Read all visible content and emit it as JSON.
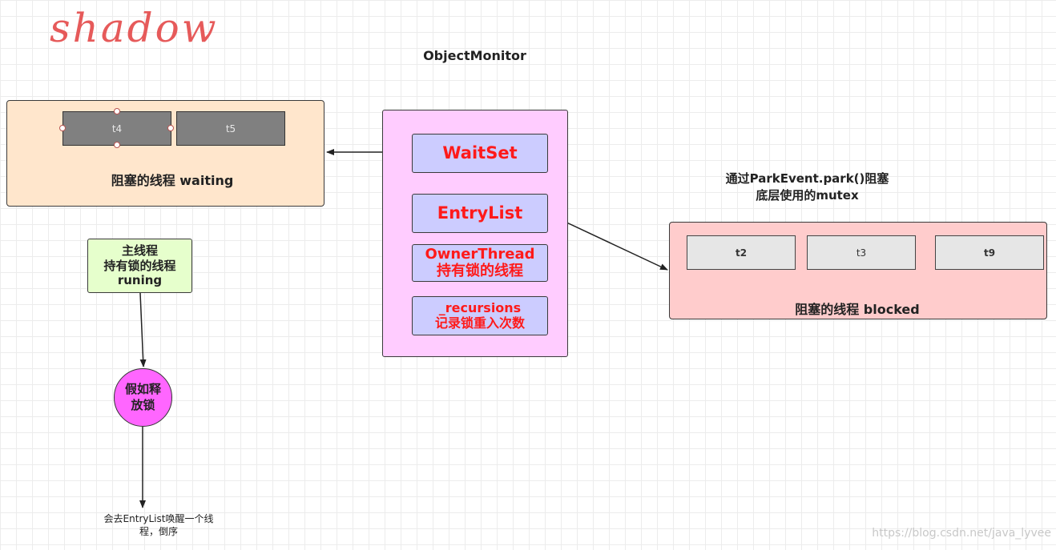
{
  "logo_text": "shadow",
  "title": "ObjectMonitor",
  "monitor": {
    "fields": [
      {
        "line1": "WaitSet",
        "line2": ""
      },
      {
        "line1": "EntryList",
        "line2": ""
      },
      {
        "line1": "OwnerThread",
        "line2": "持有锁的线程"
      },
      {
        "line1": "_recursions",
        "line2": "记录锁重入次数"
      }
    ]
  },
  "waiting": {
    "threads": [
      "t4",
      "t5"
    ],
    "caption": "阻塞的线程 waiting"
  },
  "blocked": {
    "threads": [
      "t2",
      "t3",
      "t9"
    ],
    "caption": "阻塞的线程 blocked"
  },
  "park_note": {
    "line1": "通过ParkEvent.park()阻塞",
    "line2": "底层使用的mutex"
  },
  "main_thread": {
    "line1": "主线程",
    "line2": "持有锁的线程",
    "line3": "runing"
  },
  "release": {
    "line1": "假如释",
    "line2": "放锁"
  },
  "wake_note": {
    "line1": "会去EntryList唤醒一个线",
    "line2": "程，倒序"
  },
  "watermark": "https://blog.csdn.net/java_lyvee",
  "colors": {
    "waiting_panel": "#ffe6cc",
    "blocked_panel": "#ffcccc",
    "monitor_bg": "#ffccff",
    "field_bg": "#ccccff",
    "field_text": "#ff1a1a",
    "main_thread_bg": "#e6ffcc",
    "release_bg": "#ff66ff"
  }
}
